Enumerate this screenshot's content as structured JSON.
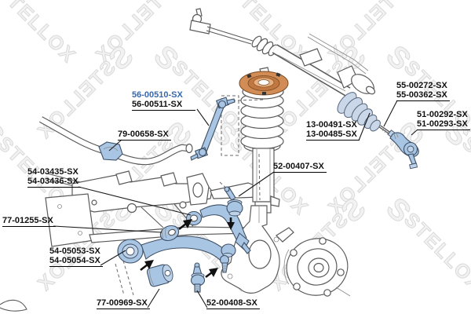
{
  "watermark": {
    "logo": "S",
    "text": "STELLOX"
  },
  "colors": {
    "part_blue": "#a9c5e4",
    "label_link_blue": "#3668ad",
    "mount_orange": "#d28d56"
  },
  "labels": {
    "stabilizer_link": {
      "line1": "56-00510-SX",
      "line2": "56-00511-SX",
      "highlighted": true
    },
    "sway_bar_bushing": {
      "line1": "79-00658-SX"
    },
    "inner_tie_rod": {
      "line1": "55-00272-SX",
      "line2": "55-00362-SX"
    },
    "outer_tie_rod_end": {
      "line1": "51-00292-SX",
      "line2": "51-00293-SX"
    },
    "steering_boot": {
      "line1": "13-00491-SX",
      "line2": "13-00485-SX"
    },
    "upper_ball_joint": {
      "line1": "52-00407-SX"
    },
    "upper_control_arm": {
      "line1": "54-03435-SX",
      "line2": "54-03436-SX"
    },
    "upper_arm_bushing": {
      "line1": "77-01255-SX"
    },
    "lower_control_arm": {
      "line1": "54-05053-SX",
      "line2": "54-05054-SX"
    },
    "lower_arm_bushing": {
      "line1": "77-00969-SX"
    },
    "lower_ball_joint": {
      "line1": "52-00408-SX"
    }
  }
}
